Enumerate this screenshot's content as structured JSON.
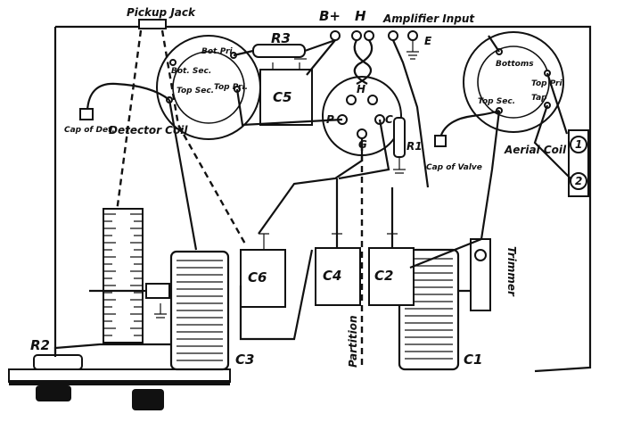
{
  "labels": {
    "pickup_jack": "Pickup Jack",
    "b_plus": "B+",
    "h": "H",
    "amp_input": "Amplifier Input",
    "e": "E",
    "r3": "R3",
    "c5": "C5",
    "bot_pri": "Bot.Pri.",
    "bot_sec": "Bot. Sec.",
    "top_sec_left": "Top Sec.",
    "top_pri_left": "Top Pri.",
    "detector_coil": "Detector Coil",
    "cap_of_det": "Cap of Det.",
    "valve_h": "H",
    "valve_p": "P",
    "valve_c": "C",
    "valve_g": "G",
    "r1": "R1",
    "bottoms": "Bottoms",
    "top_pri_right": "Top Pri.",
    "tap": "Tap",
    "top_sec_right": "Top Sec.",
    "aerial_coil": "Aerial Coil",
    "cap_of_valve": "Cap of Valve",
    "term_1": "1",
    "term_2": "2",
    "c6": "C6",
    "c4": "C4",
    "c2": "C2",
    "trimmer": "Trimmer",
    "r2": "R2",
    "c3": "C3",
    "partition": "Partition",
    "c1": "C1"
  }
}
